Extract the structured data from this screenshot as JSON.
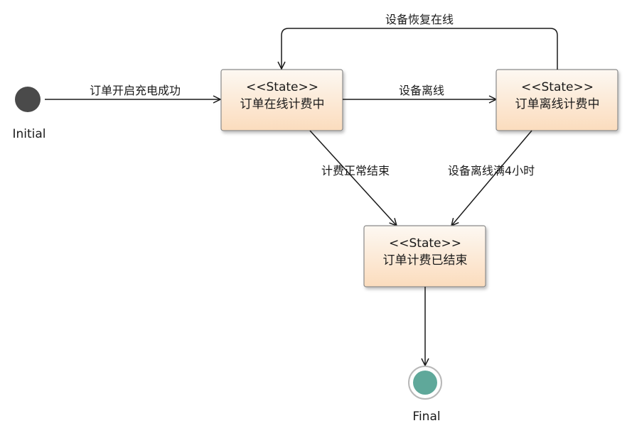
{
  "nodes": {
    "initial": {
      "label": "Initial",
      "color": "#4a4a4a"
    },
    "final": {
      "label": "Final",
      "color": "#5fa89a"
    },
    "state_online": {
      "stereotype": "<<State>>",
      "name": "订单在线计费中"
    },
    "state_offline": {
      "stereotype": "<<State>>",
      "name": "订单离线计费中"
    },
    "state_ended": {
      "stereotype": "<<State>>",
      "name": "订单计费已结束"
    }
  },
  "edges": {
    "start_charge": "订单开启充电成功",
    "device_offline": "设备离线",
    "device_recover": "设备恢复在线",
    "normal_end": "计费正常结束",
    "offline_timeout": "设备离线满4小时"
  },
  "colors": {
    "state_fill_top": "#fdf6ee",
    "state_fill_bottom": "#fbe2c6",
    "state_border": "#8a8a8a",
    "edge": "#1a1a1a"
  }
}
